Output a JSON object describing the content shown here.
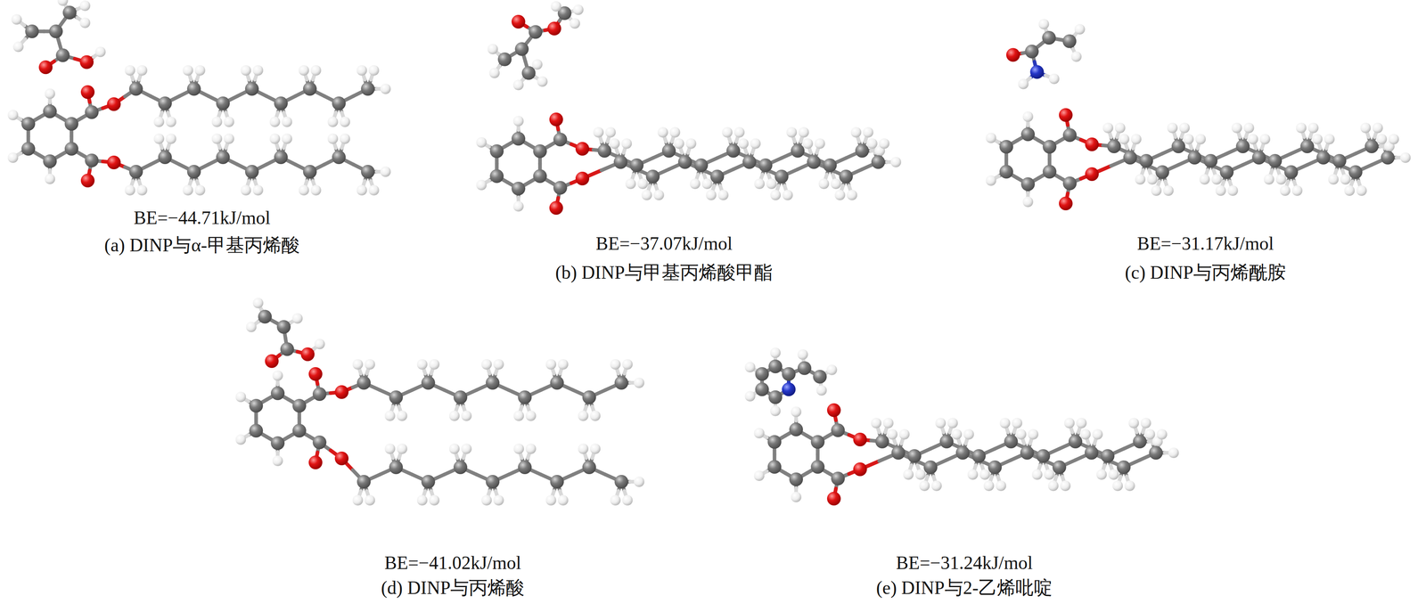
{
  "diagram": {
    "labels": [
      "BE=−44.71kJ/mol",
      "(a) DINP与α-甲基丙烯酸",
      "BE=−37.07kJ/mol",
      "(b) DINP与甲基丙烯酸甲酯",
      "BE=−31.17kJ/mol",
      "(c) DINP与丙烯酰胺",
      "BE=−41.02kJ/mol",
      "(d) DINP与丙烯酸",
      "BE=−31.24kJ/mol",
      "(e) DINP与2-乙烯吡啶"
    ]
  }
}
